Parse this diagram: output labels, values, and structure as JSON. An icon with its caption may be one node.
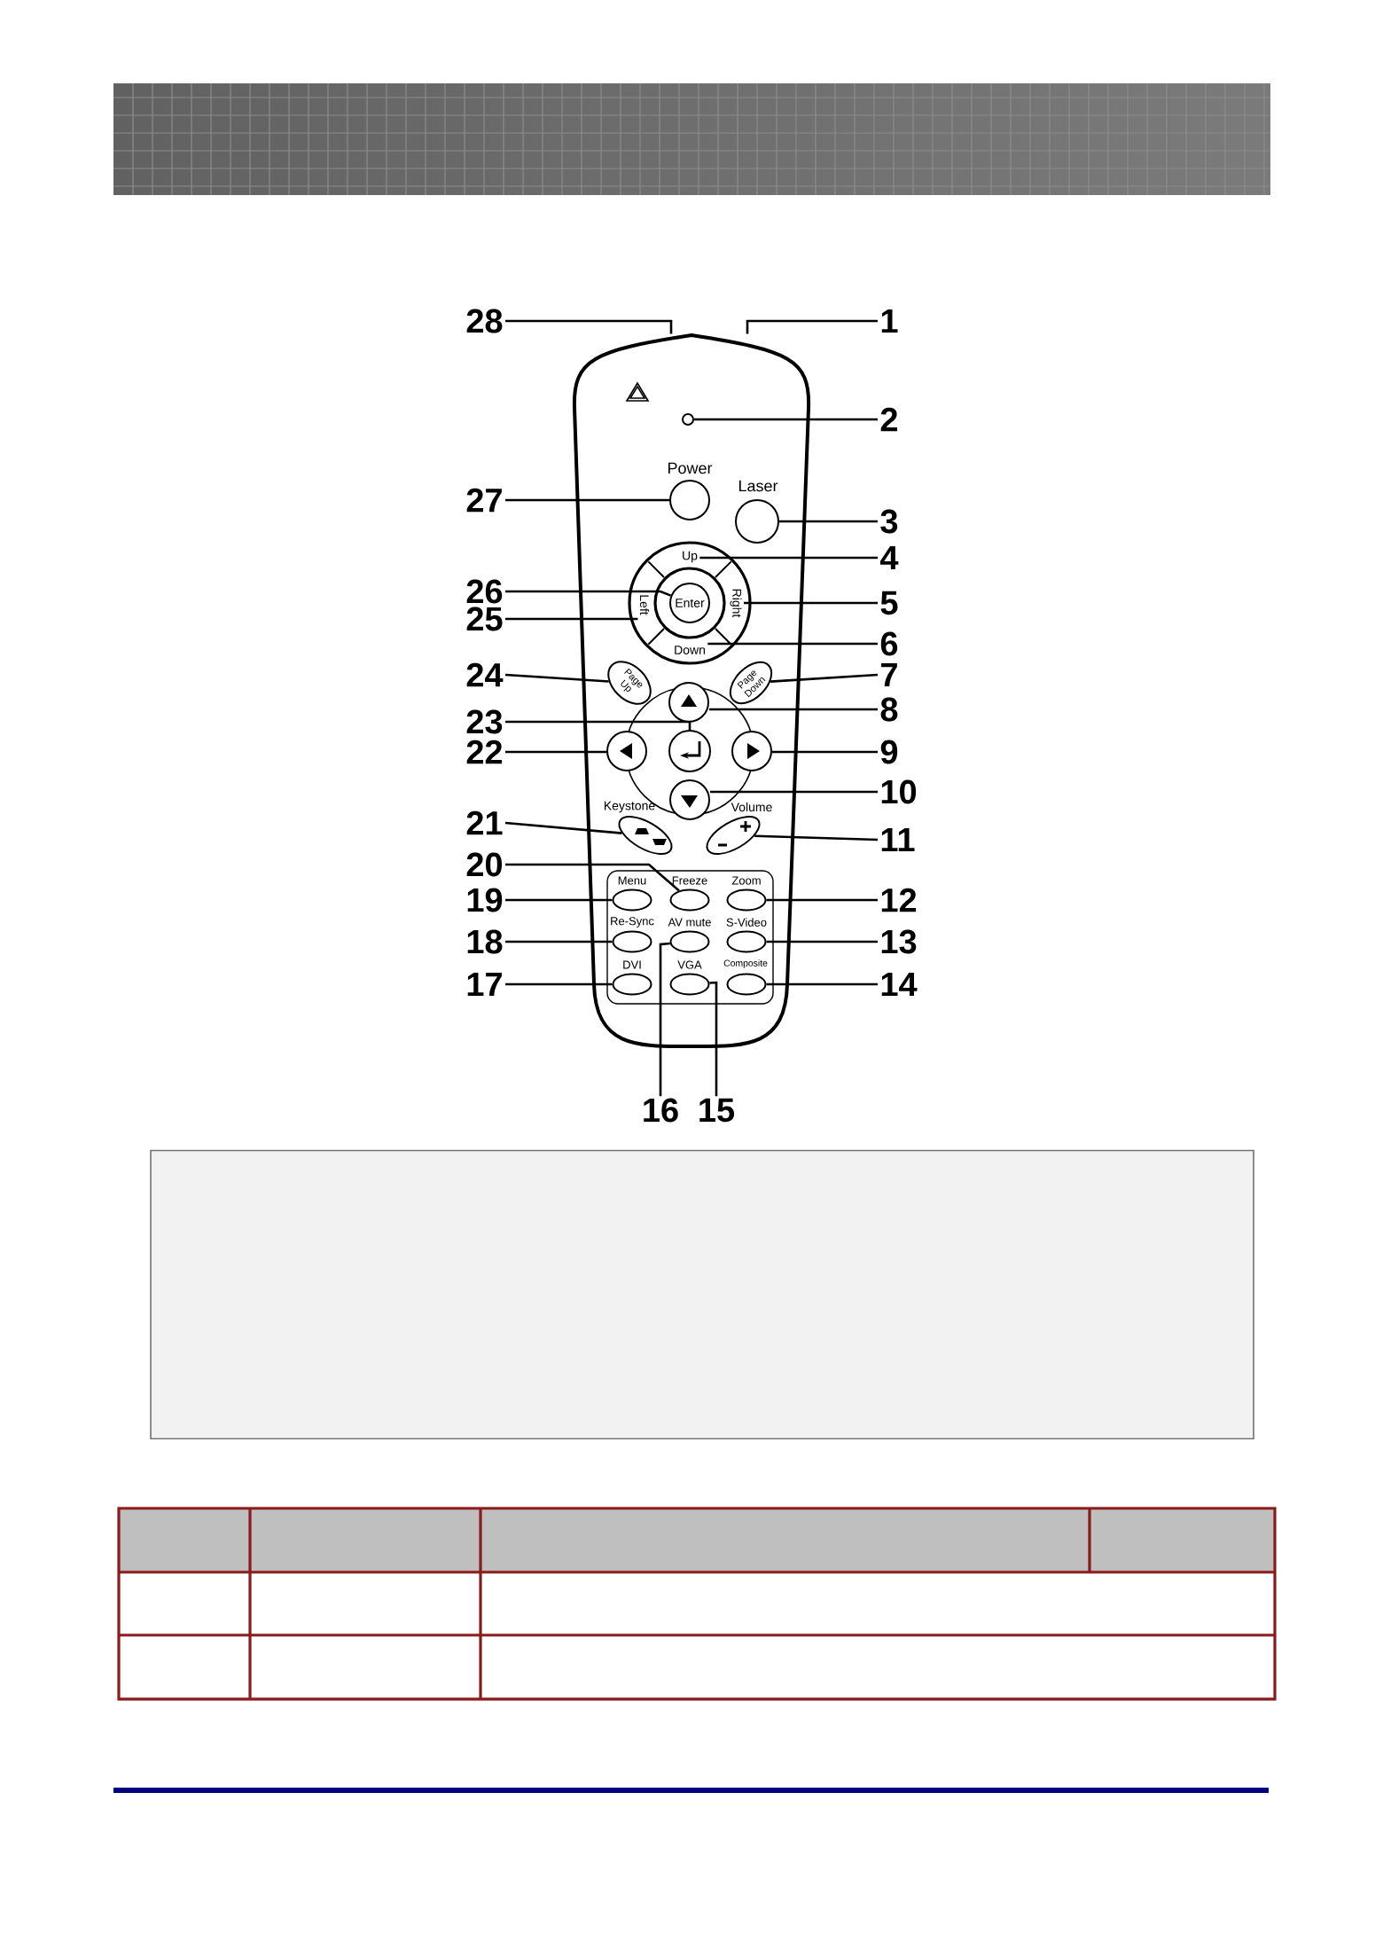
{
  "diagram": {
    "nodes": [
      {
        "text": [
          "1"
        ]
      },
      {
        "text": [
          "2"
        ]
      },
      {
        "text": [
          "3"
        ]
      },
      {
        "text": [
          "4"
        ]
      },
      {
        "text": [
          "5"
        ]
      },
      {
        "text": [
          "6"
        ]
      },
      {
        "text": [
          "7"
        ]
      },
      {
        "text": [
          "8"
        ]
      },
      {
        "text": [
          "9"
        ]
      },
      {
        "text": [
          "10"
        ]
      },
      {
        "text": [
          "11"
        ]
      },
      {
        "text": [
          "12"
        ]
      },
      {
        "text": [
          "13"
        ]
      },
      {
        "text": [
          "14"
        ]
      },
      {
        "text": [
          "15"
        ]
      },
      {
        "text": [
          "16"
        ]
      },
      {
        "text": [
          "17"
        ]
      },
      {
        "text": [
          "18"
        ]
      },
      {
        "text": [
          "19"
        ]
      },
      {
        "text": [
          "20"
        ]
      },
      {
        "text": [
          "21"
        ]
      },
      {
        "text": [
          "22"
        ]
      },
      {
        "text": [
          "23"
        ]
      },
      {
        "text": [
          "24"
        ]
      },
      {
        "text": [
          "25"
        ]
      },
      {
        "text": [
          "26"
        ]
      },
      {
        "text": [
          "27"
        ]
      },
      {
        "text": [
          "28"
        ]
      },
      {
        "text": [],
        "shape": "remote"
      },
      {
        "text": [],
        "shape": "circle",
        "in": 28
      },
      {
        "text": [
          "Power"
        ],
        "in": 28
      },
      {
        "text": [
          "Laser"
        ],
        "in": 28
      },
      {
        "text": [
          "Up"
        ],
        "in": 28
      },
      {
        "text": [
          "Left"
        ],
        "in": 28
      },
      {
        "text": [
          "Enter"
        ],
        "in": 28
      },
      {
        "text": [
          "Right"
        ],
        "in": 28
      },
      {
        "text": [
          "Down"
        ],
        "in": 28
      },
      {
        "text": [
          "Page Up"
        ],
        "in": 28
      },
      {
        "text": [
          "Page Down"
        ],
        "in": 28
      },
      {
        "text": [],
        "shape": "button",
        "in": 28
      },
      {
        "text": [],
        "shape": "button",
        "in": 28
      },
      {
        "text": [],
        "shape": "button",
        "in": 28
      },
      {
        "text": [],
        "shape": "button",
        "in": 28
      },
      {
        "text": [],
        "shape": "button",
        "in": 28
      },
      {
        "text": [
          "Keystone"
        ],
        "in": 28
      },
      {
        "text": [
          "Volume"
        ],
        "in": 28
      },
      {
        "text": [
          "Menu"
        ],
        "in": 28
      },
      {
        "text": [
          "Freeze"
        ],
        "in": 28
      },
      {
        "text": [
          "Zoom"
        ],
        "in": 28
      },
      {
        "text": [
          "Re-Sync"
        ],
        "in": 28
      },
      {
        "text": [
          "AV mute"
        ],
        "in": 28
      },
      {
        "text": [
          "S-Video"
        ],
        "in": 28
      },
      {
        "text": [
          "DVI"
        ],
        "in": 28
      },
      {
        "text": [
          "VGA"
        ],
        "in": 28
      },
      {
        "text": [
          "Composite"
        ],
        "in": 28
      },
      {
        "text": [],
        "shape": "box"
      }
    ],
    "edges": [
      {
        "from": 0,
        "to": 28,
        "arrow": "none"
      },
      {
        "from": 1,
        "to": 29,
        "arrow": "none"
      },
      {
        "from": 2,
        "to": 31,
        "arrow": "none"
      },
      {
        "from": 3,
        "to": 32,
        "arrow": "none"
      },
      {
        "from": 4,
        "to": 35,
        "arrow": "none"
      },
      {
        "from": 5,
        "to": 36,
        "arrow": "none"
      },
      {
        "from": 6,
        "to": 38,
        "arrow": "none"
      },
      {
        "from": 7,
        "to": 39,
        "arrow": "none"
      },
      {
        "from": 8,
        "to": 42,
        "arrow": "none"
      },
      {
        "from": 9,
        "to": 43,
        "arrow": "none"
      },
      {
        "from": 10,
        "to": 45,
        "arrow": "none"
      },
      {
        "from": 11,
        "to": 48,
        "arrow": "none"
      },
      {
        "from": 12,
        "to": 51,
        "arrow": "none"
      },
      {
        "from": 13,
        "to": 54,
        "arrow": "none"
      },
      {
        "from": 14,
        "to": 53,
        "arrow": "none"
      },
      {
        "from": 15,
        "to": 50,
        "arrow": "none"
      },
      {
        "from": 16,
        "to": 52,
        "arrow": "none"
      },
      {
        "from": 17,
        "to": 49,
        "arrow": "none"
      },
      {
        "from": 18,
        "to": 46,
        "arrow": "none"
      },
      {
        "from": 19,
        "to": 47,
        "arrow": "none"
      },
      {
        "from": 20,
        "to": 44,
        "arrow": "none"
      },
      {
        "from": 21,
        "to": 40,
        "arrow": "none"
      },
      {
        "from": 22,
        "to": 41,
        "arrow": "none"
      },
      {
        "from": 23,
        "to": 37,
        "arrow": "none"
      },
      {
        "from": 24,
        "to": 33,
        "arrow": "none"
      },
      {
        "from": 25,
        "to": 34,
        "arrow": "none"
      },
      {
        "from": 26,
        "to": 30,
        "arrow": "none"
      },
      {
        "from": 27,
        "to": 28,
        "arrow": "none"
      }
    ]
  }
}
